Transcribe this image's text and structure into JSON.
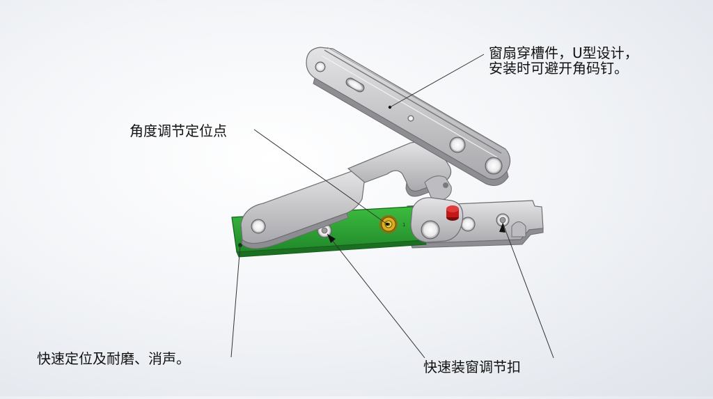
{
  "callouts": {
    "sash_slot": {
      "line1": "窗扇穿槽件，U型设计，",
      "line2": "安装时可避开角码钉。"
    },
    "angle_point": "角度调节定位点",
    "quick_position": "快速定位及耐磨、消声。",
    "quick_buckle": "快速装窗调节扣"
  },
  "colors": {
    "metal": "#c9c9cb",
    "metal_dark": "#8e8e92",
    "pad_green": "#2fa835",
    "brass": "#d8b020",
    "button_red": "#c21818",
    "leader": "#333333"
  }
}
